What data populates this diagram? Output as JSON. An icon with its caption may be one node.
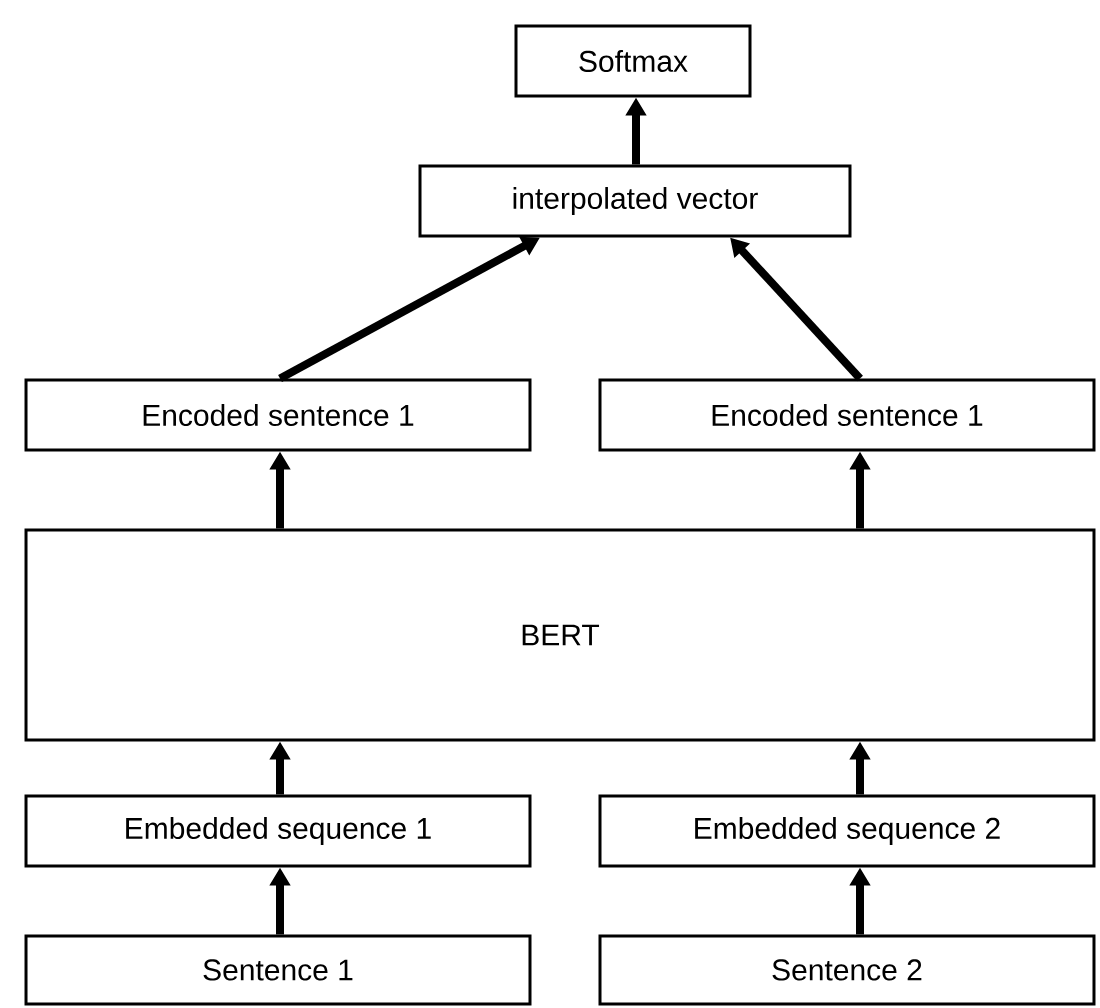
{
  "diagram": {
    "nodes": [
      {
        "text": [
          "Softmax"
        ]
      },
      {
        "text": [
          "interpolated vector"
        ]
      },
      {
        "text": [
          "Encoded sentence 1"
        ]
      },
      {
        "text": [
          "Encoded sentence 1"
        ]
      },
      {
        "text": [
          "BERT"
        ]
      },
      {
        "text": [
          "Embedded sequence 1"
        ]
      },
      {
        "text": [
          "Embedded sequence 2"
        ]
      },
      {
        "text": [
          "Sentence 1"
        ]
      },
      {
        "text": [
          "Sentence 2"
        ]
      }
    ],
    "edges": [
      {
        "from": 7,
        "to": 5,
        "arrow": "to"
      },
      {
        "from": 8,
        "to": 6,
        "arrow": "to"
      },
      {
        "from": 5,
        "to": 4,
        "arrow": "to"
      },
      {
        "from": 6,
        "to": 4,
        "arrow": "to"
      },
      {
        "from": 4,
        "to": 2,
        "arrow": "to"
      },
      {
        "from": 4,
        "to": 3,
        "arrow": "to"
      },
      {
        "from": 2,
        "to": 1,
        "arrow": "to"
      },
      {
        "from": 3,
        "to": 1,
        "arrow": "to"
      },
      {
        "from": 1,
        "to": 0,
        "arrow": "to"
      }
    ]
  }
}
